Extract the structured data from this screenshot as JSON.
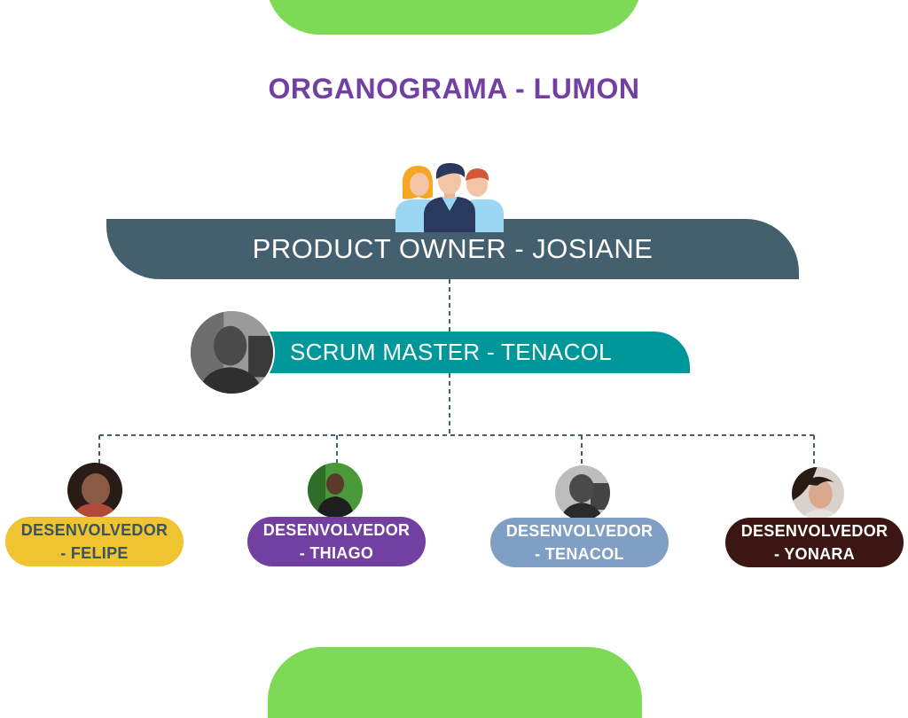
{
  "title": "ORGANOGRAMA - LUMON",
  "product_owner": {
    "label": "PRODUCT OWNER - JOSIANE",
    "color": "#44606f"
  },
  "scrum_master": {
    "label": "SCRUM MASTER - TENACOL",
    "color": "#00979b"
  },
  "developers": [
    {
      "line1": "DESENVOLVEDOR",
      "line2": "- FELIPE",
      "bg": "#f0c330",
      "fg": "#3a5360"
    },
    {
      "line1": "DESENVOLVEDOR",
      "line2": "- THIAGO",
      "bg": "#7140a0",
      "fg": "#ffffff"
    },
    {
      "line1": "DESENVOLVEDOR",
      "line2": "- TENACOL",
      "bg": "#7f9fc4",
      "fg": "#ffffff"
    },
    {
      "line1": "DESENVOLVEDOR",
      "line2": "- YONARA",
      "bg": "#3c1612",
      "fg": "#ffffff"
    }
  ],
  "colors": {
    "accent_green": "#7ed957",
    "title": "#7140a0",
    "connector": "#44606f"
  },
  "icons": {
    "team": "team-people-icon"
  }
}
